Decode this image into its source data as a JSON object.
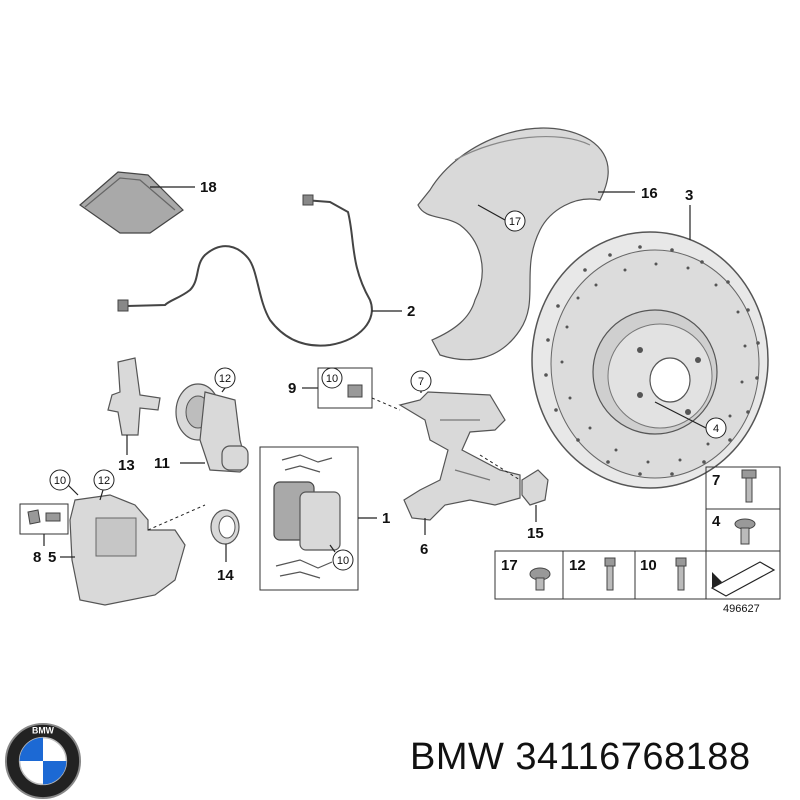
{
  "labels": {
    "p1": "1",
    "p2": "2",
    "p3": "3",
    "p4": "4",
    "p5": "5",
    "p6": "6",
    "p7": "7",
    "p8": "8",
    "p9": "9",
    "p10": "10",
    "p11": "11",
    "p12": "12",
    "p13": "13",
    "p14": "14",
    "p15": "15",
    "p16": "16",
    "p17": "17",
    "p18": "18"
  },
  "diagram_number": "496627",
  "brand_logo_text": "BMW",
  "footer_text": "BMW 34116768188",
  "colors": {
    "part_fill": "#d9d9d9",
    "logo_blue": "#1c69d4"
  }
}
